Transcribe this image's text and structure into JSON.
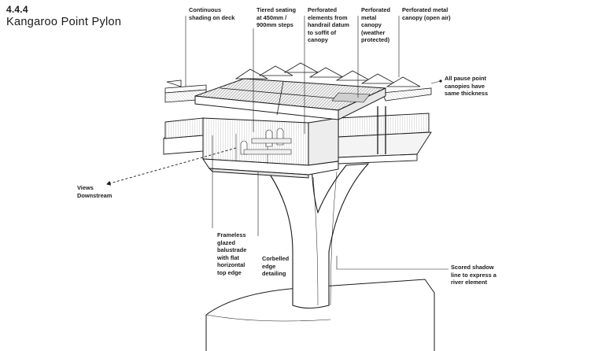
{
  "section": {
    "number": "4.4.4",
    "title": "Kangaroo Point Pylon"
  },
  "callouts": [
    {
      "id": "continuous-shading",
      "lines": [
        "Continuous",
        "shading on deck"
      ]
    },
    {
      "id": "tiered-seating",
      "lines": [
        "Tiered seating",
        "at 450mm /",
        "900mm steps"
      ]
    },
    {
      "id": "perforated-elements",
      "lines": [
        "Perforated",
        "elements from",
        "handrail datum",
        "to soffit of",
        "canopy"
      ]
    },
    {
      "id": "perforated-canopy-weather",
      "lines": [
        "Perforated",
        "metal",
        "canopy",
        "(weather",
        "protected)"
      ]
    },
    {
      "id": "perforated-canopy-open",
      "lines": [
        "Perforated metal",
        "canopy (open air)"
      ]
    },
    {
      "id": "pause-point-canopies",
      "lines": [
        "All pause point",
        "canopies have",
        "same thickness"
      ]
    },
    {
      "id": "views-downstream",
      "lines": [
        "Views",
        "Downstream"
      ]
    },
    {
      "id": "frameless-balustrade",
      "lines": [
        "Frameless",
        "glazed",
        "balustrade",
        "with flat",
        "horizontal",
        "top edge"
      ]
    },
    {
      "id": "corbelled-edge",
      "lines": [
        "Corbelled",
        "edge",
        "detailing"
      ]
    },
    {
      "id": "scored-shadow-line",
      "lines": [
        "Scored shadow",
        "line to express a",
        "river element"
      ]
    }
  ]
}
